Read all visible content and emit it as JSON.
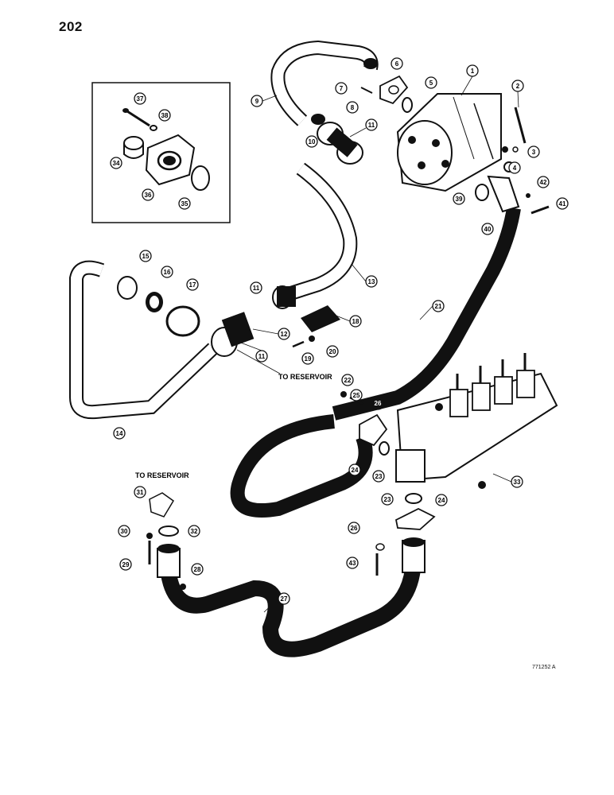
{
  "page_number": "202",
  "figure_code": "771252 A",
  "labels": {
    "reservoir_upper": "TO RESERVOIR",
    "reservoir_lower": "TO RESERVOIR"
  },
  "callouts": [
    "1",
    "2",
    "3",
    "4",
    "5",
    "6",
    "7",
    "8",
    "9",
    "10",
    "11",
    "11",
    "11",
    "12",
    "13",
    "14",
    "15",
    "16",
    "17",
    "18",
    "19",
    "20",
    "21",
    "22",
    "23",
    "23",
    "24",
    "24",
    "25",
    "26",
    "26",
    "27",
    "28",
    "29",
    "30",
    "31",
    "32",
    "33",
    "34",
    "35",
    "36",
    "37",
    "38",
    "39",
    "40",
    "41",
    "42",
    "43"
  ],
  "colors": {
    "ink": "#111111",
    "paper": "#ffffff"
  }
}
